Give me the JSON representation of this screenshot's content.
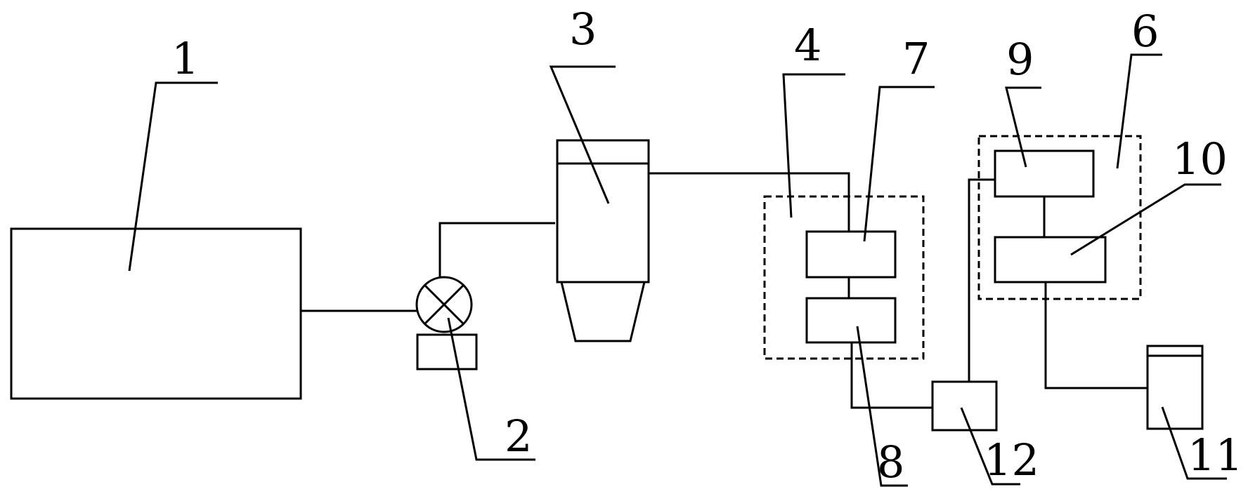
{
  "labels": {
    "l1": "1",
    "l2": "2",
    "l3": "3",
    "l4": "4",
    "l6": "6",
    "l7": "7",
    "l8": "8",
    "l9": "9",
    "l10": "10",
    "l11": "11",
    "l12": "12"
  },
  "colors": {
    "line": "#000000",
    "background": "#ffffff"
  }
}
